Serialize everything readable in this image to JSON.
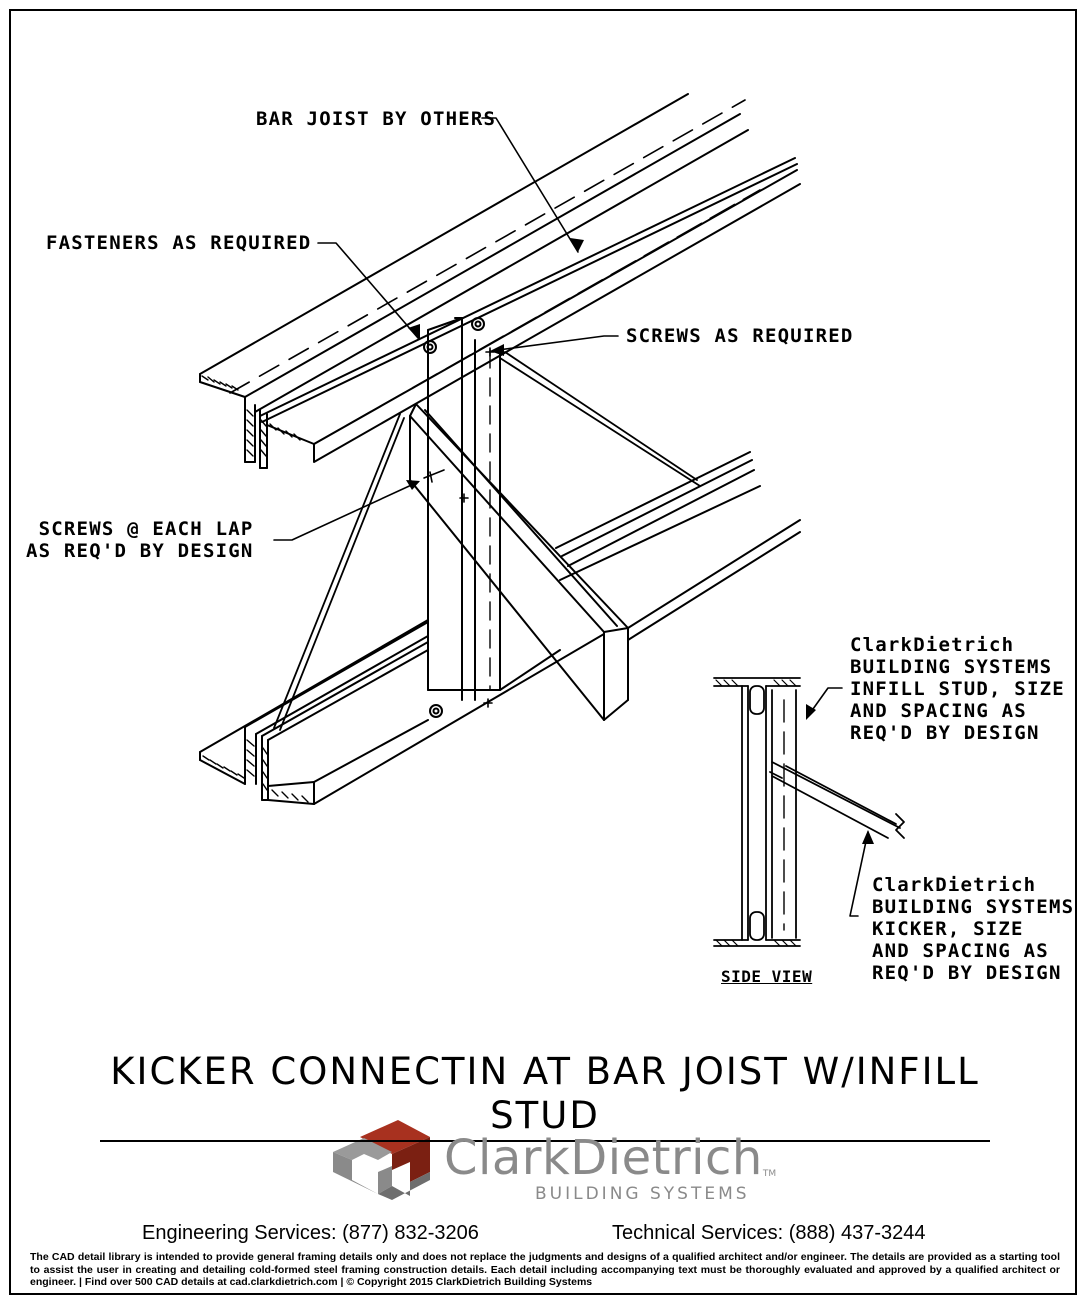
{
  "labels": {
    "bar_joist": "BAR JOIST BY OTHERS",
    "fasteners": "FASTENERS AS REQUIRED",
    "screws_required": "SCREWS AS REQUIRED",
    "screws_lap": [
      "SCREWS @ EACH LAP",
      "AS REQ'D BY DESIGN"
    ],
    "infill_stud": [
      "ClarkDietrich",
      "BUILDING SYSTEMS",
      "INFILL STUD, SIZE",
      "AND SPACING AS",
      "REQ'D BY DESIGN"
    ],
    "kicker": [
      "ClarkDietrich",
      "BUILDING SYSTEMS",
      "KICKER, SIZE",
      "AND SPACING AS",
      "REQ'D BY DESIGN"
    ],
    "side_view": "SIDE VIEW"
  },
  "title": "KICKER CONNECTIN AT BAR JOIST W/INFILL STUD",
  "brand": {
    "name": "ClarkDietrich",
    "tm": "TM",
    "subtitle": "BUILDING SYSTEMS",
    "logo_colors": {
      "red": "#a8311f",
      "red_dark": "#7b2012",
      "gray": "#9a9a9a",
      "gray_dark": "#6e6e6e"
    }
  },
  "contact": {
    "engineering": "Engineering Services: (877) 832-3206",
    "technical": "Technical Services: (888) 437-3244"
  },
  "disclaimer": "The CAD detail library is intended to provide general framing details only and does not replace the judgments and designs of a qualified architect and/or engineer. The details are provided as a starting tool to assist the user in creating and detailing cold-formed steel framing construction details. Each detail including accompanying text must be thoroughly evaluated and approved by a qualified architect or engineer.   |   Find over 500 CAD details at cad.clarkdietrich.com   |   © Copyright 2015 ClarkDietrich Building Systems"
}
